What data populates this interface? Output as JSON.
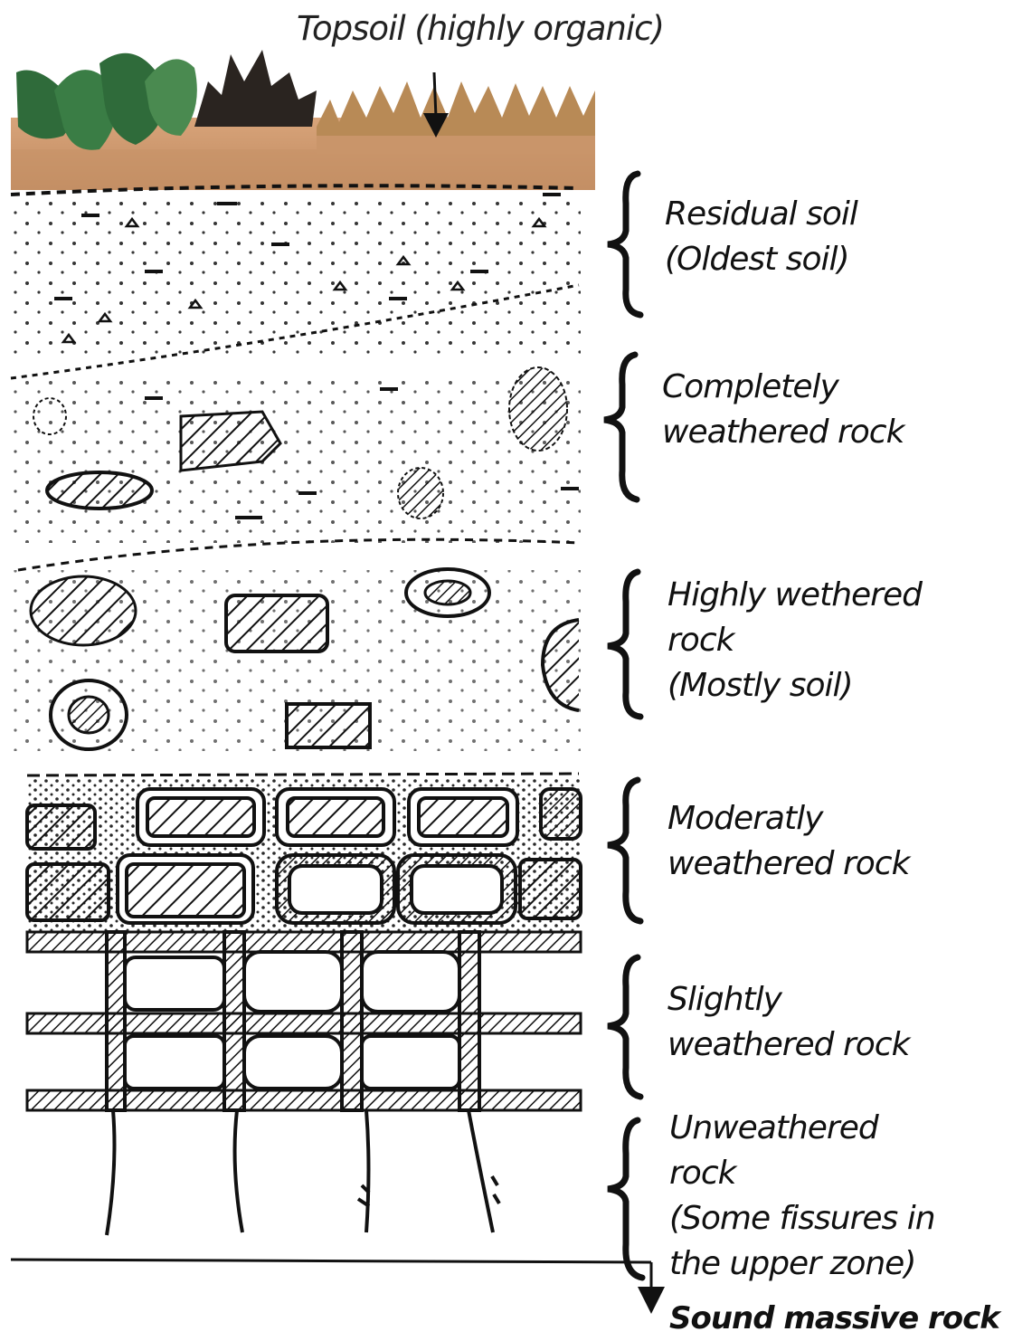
{
  "topsoil_label": "Topsoil (highly organic)",
  "layers": [
    {
      "name": "residual-soil",
      "lines": [
        "Residual soil",
        "(Oldest soil)"
      ]
    },
    {
      "name": "completely-weathered-rock",
      "lines": [
        "Completely",
        "weathered rock"
      ]
    },
    {
      "name": "highly-weathered-rock",
      "lines": [
        "Highly wethered",
        "rock",
        "(Mostly soil)"
      ]
    },
    {
      "name": "moderately-weathered-rock",
      "lines": [
        "Moderatly",
        "weathered rock"
      ]
    },
    {
      "name": "slightly-weathered-rock",
      "lines": [
        "Slightly",
        "weathered rock"
      ]
    },
    {
      "name": "unweathered-rock",
      "lines": [
        "Unweathered",
        "rock",
        "(Some fissures in",
        "the upper zone)"
      ]
    }
  ],
  "bottom_label": "Sound massive rock",
  "colors": {
    "ink": "#111111",
    "soil": "#c9956a",
    "leaf_green": "#2f6b3a",
    "leaf_dark": "#2a2420",
    "grass": "#b88a56"
  }
}
